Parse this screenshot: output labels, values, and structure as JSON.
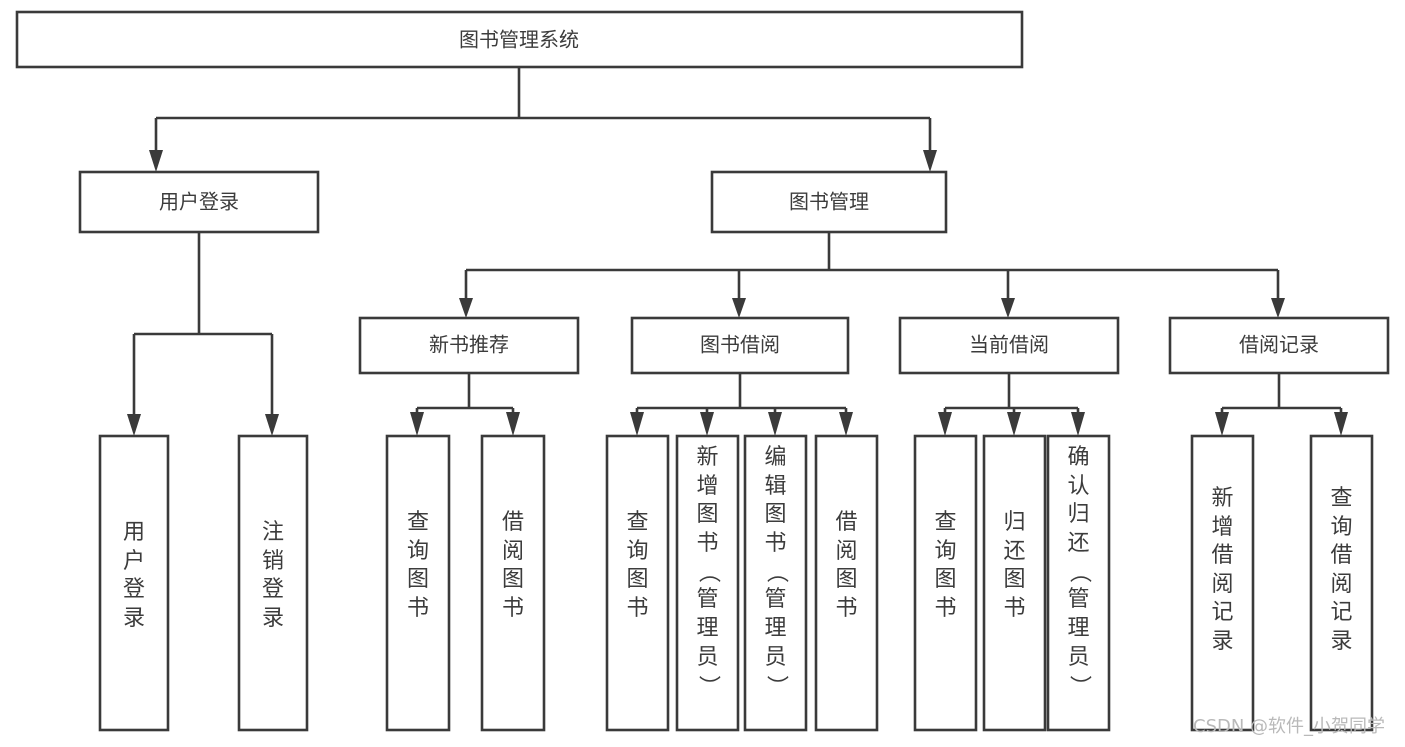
{
  "diagram": {
    "title": "图书管理系统",
    "type": "tree-hierarchy",
    "root": {
      "label": "图书管理系统"
    },
    "level1": [
      {
        "label": "用户登录"
      },
      {
        "label": "图书管理"
      }
    ],
    "level2": [
      {
        "label": "新书推荐"
      },
      {
        "label": "图书借阅"
      },
      {
        "label": "当前借阅"
      },
      {
        "label": "借阅记录"
      }
    ],
    "leaves": {
      "user_login": [
        {
          "label": "用户登录"
        },
        {
          "label": "注销登录"
        }
      ],
      "new_book_recommend": [
        {
          "label": "查询图书"
        },
        {
          "label": "借阅图书"
        }
      ],
      "book_borrow": [
        {
          "label": "查询图书"
        },
        {
          "label": "新增图书（管理员）"
        },
        {
          "label": "编辑图书（管理员）"
        },
        {
          "label": "借阅图书"
        }
      ],
      "current_borrow": [
        {
          "label": "查询图书"
        },
        {
          "label": "归还图书"
        },
        {
          "label": "确认归还（管理员）"
        }
      ],
      "borrow_record": [
        {
          "label": "新增借阅记录"
        },
        {
          "label": "查询借阅记录"
        }
      ]
    }
  },
  "watermark": {
    "text": "CSDN @软件_小贺同学"
  },
  "colors": {
    "box_stroke": "#3a3a3a",
    "box_fill": "#ffffff",
    "text": "#3c3c3c",
    "watermark": "#b9b9b9",
    "background": "#ffffff"
  }
}
